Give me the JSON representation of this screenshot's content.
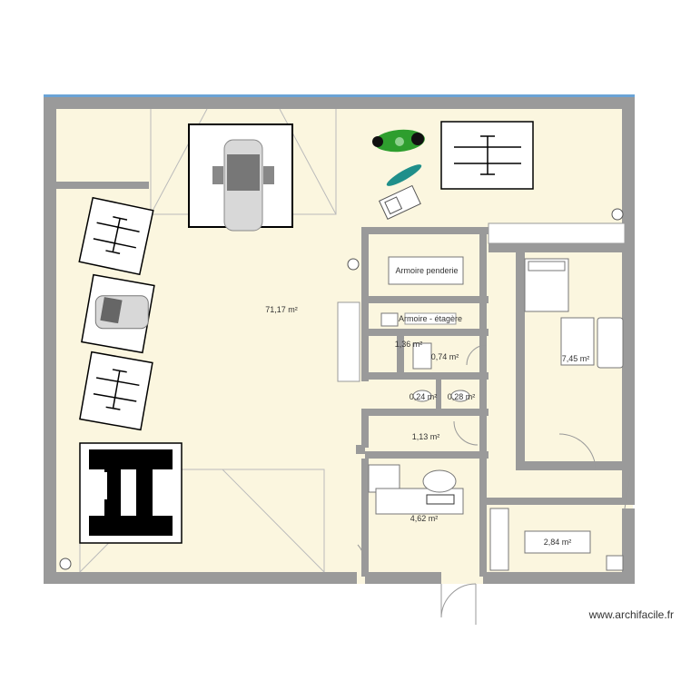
{
  "plan": {
    "rooms": [
      {
        "key": "garage",
        "area": "71,17 m²"
      },
      {
        "key": "bedroom",
        "area": "7,45 m²"
      },
      {
        "key": "closet",
        "area": "1,36 m²"
      },
      {
        "key": "wc",
        "area": "0,74 m²"
      },
      {
        "key": "small-a",
        "area": "0,24 m²"
      },
      {
        "key": "small-b",
        "area": "0,28 m²"
      },
      {
        "key": "hall",
        "area": "1,13 m²"
      },
      {
        "key": "laundry",
        "area": "4,62 m²"
      },
      {
        "key": "kitchen",
        "area": "2,84 m²"
      }
    ],
    "furniture_label": "Armoire penderie",
    "small_label": "Armoire - étagère",
    "colors": {
      "wall": "#9a9a9a",
      "floor": "#fbf6df",
      "edge": "#6aa3d6",
      "lawnmower": "#2e9e2e",
      "trimmer": "#1f8f8a"
    }
  },
  "watermark": "www.archifacile.fr"
}
